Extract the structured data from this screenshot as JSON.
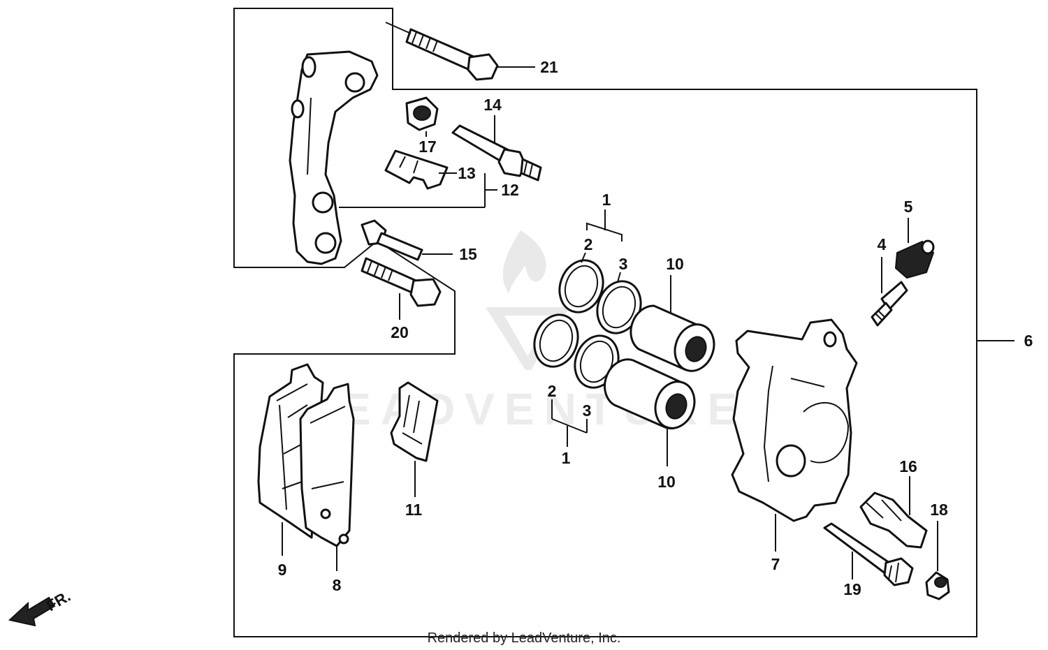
{
  "labels": {
    "l1a": "1",
    "l1b": "1",
    "l2a": "2",
    "l2b": "2",
    "l3a": "3",
    "l3b": "3",
    "l4": "4",
    "l5": "5",
    "l6": "6",
    "l7": "7",
    "l8": "8",
    "l9": "9",
    "l10a": "10",
    "l10b": "10",
    "l11": "11",
    "l12": "12",
    "l13": "13",
    "l14": "14",
    "l15": "15",
    "l16": "16",
    "l17": "17",
    "l18": "18",
    "l19": "19",
    "l20": "20",
    "l21": "21"
  },
  "watermark": {
    "text": "LEADVENTURE"
  },
  "footer": {
    "credit": "Rendered by LeadVenture, Inc."
  },
  "direction": {
    "label": "FR."
  }
}
